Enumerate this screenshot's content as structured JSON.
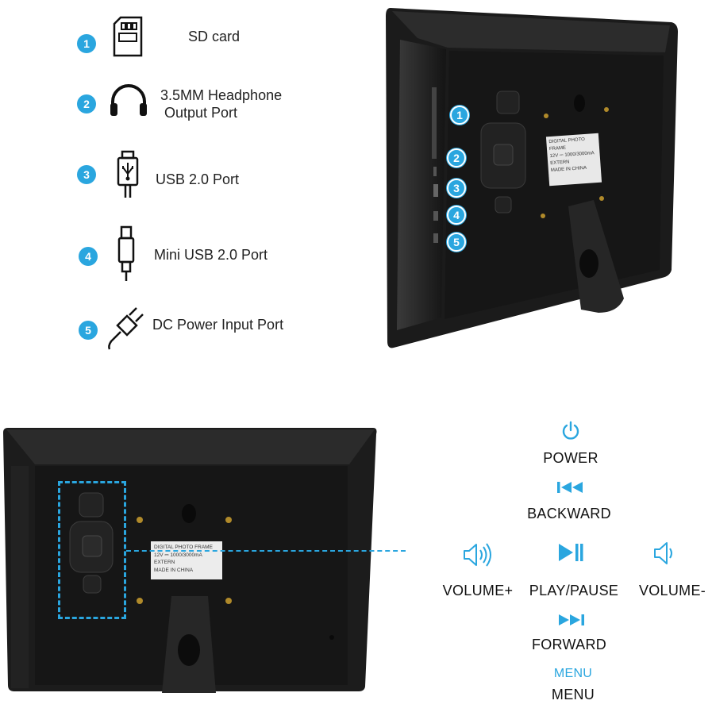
{
  "ports": [
    {
      "number": "1",
      "label": "SD card",
      "icon": "sd-card-icon"
    },
    {
      "number": "2",
      "label": "3.5MM Headphone\n Output Port",
      "icon": "headphone-icon"
    },
    {
      "number": "3",
      "label": "USB 2.0 Port",
      "icon": "usb-icon"
    },
    {
      "number": "4",
      "label": "Mini USB 2.0 Port",
      "icon": "mini-usb-icon"
    },
    {
      "number": "5",
      "label": "DC Power Input Port",
      "icon": "power-plug-icon"
    }
  ],
  "frame_callouts": [
    "1",
    "2",
    "3",
    "4",
    "5"
  ],
  "controls": {
    "power": "POWER",
    "backward": "BACKWARD",
    "volume_plus": "VOLUME+",
    "play_pause": "PLAY/PAUSE",
    "volume_minus": "VOLUME-",
    "forward": "FORWARD",
    "menu_icon_text": "MENU",
    "menu": "MENU"
  },
  "sticker": {
    "title": "DIGITAL PHOTO FRAME",
    "spec": "12V ⎓ 1000/3000mA",
    "extern": "EXTERN",
    "made": "MADE IN CHINA"
  },
  "colors": {
    "accent": "#2aa6df",
    "frame": "#1c1c1c"
  }
}
